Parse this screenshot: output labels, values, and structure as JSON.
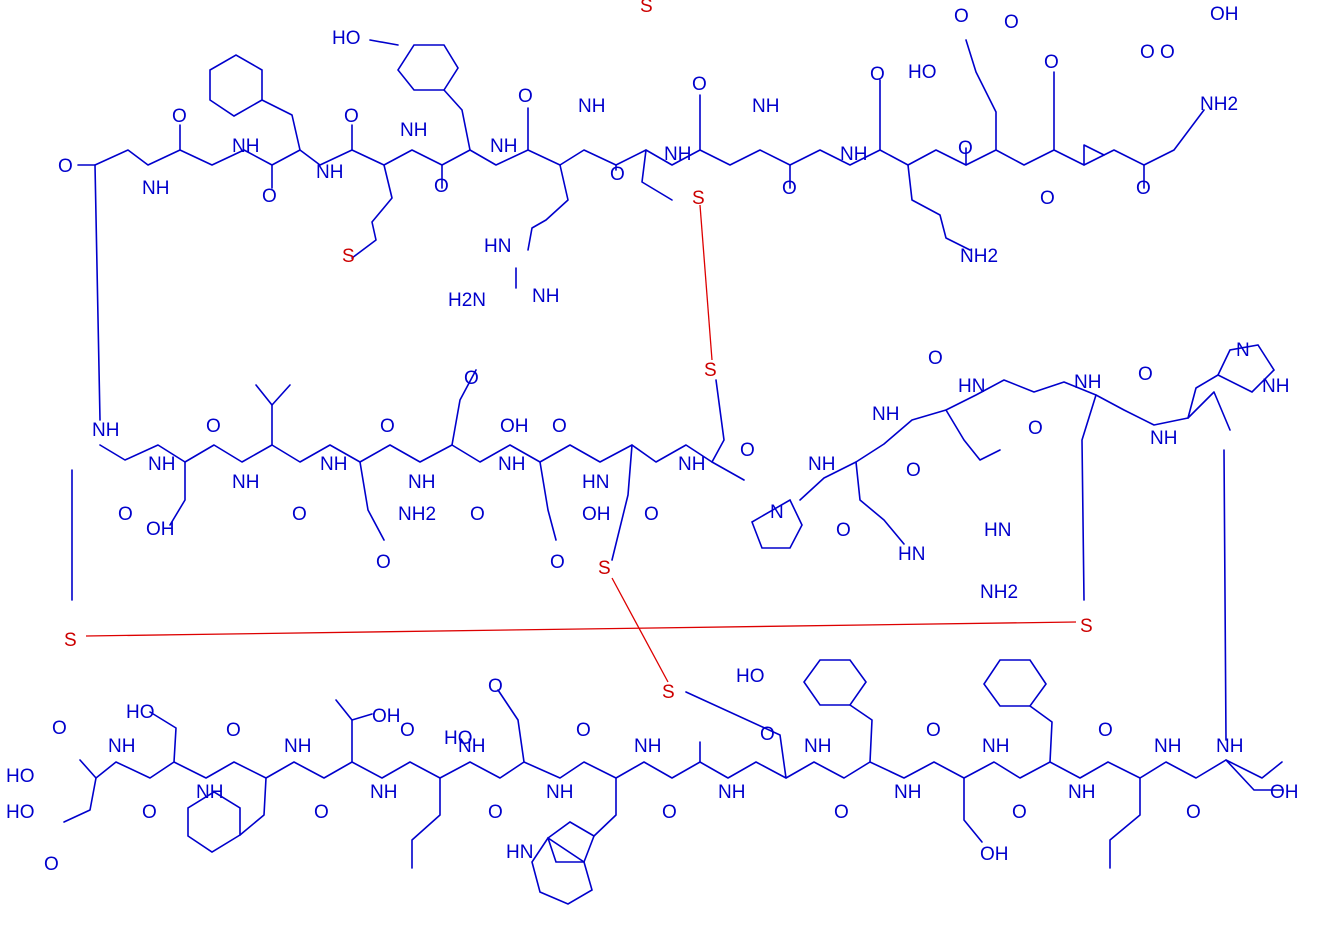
{
  "colors": {
    "molecule": "#0000cc",
    "disulfide": "#dd0000",
    "background": "#ffffff"
  },
  "labels": [
    "HO",
    "O",
    "O",
    "O",
    "O",
    "O",
    "O",
    "O",
    "O",
    "NH2",
    "HO",
    "O",
    "O",
    "O",
    "NH",
    "NH",
    "NH",
    "NH",
    "NH",
    "NH",
    "NH",
    "NH",
    "NH",
    "O",
    "O",
    "O",
    "O",
    "O",
    "O",
    "S",
    "H2N",
    "NH",
    "HN",
    "NH2",
    "S",
    "O",
    "O",
    "NH",
    "HN",
    "OH",
    "O",
    "N",
    "NH",
    "NH",
    "NH",
    "NH",
    "NH",
    "NH",
    "NH",
    "NH",
    "O",
    "O",
    "O",
    "O",
    "O",
    "O",
    "O",
    "OH",
    "OH",
    "NH2",
    "O",
    "O",
    "HN",
    "NH",
    "HN",
    "O",
    "O",
    "O",
    "O",
    "N",
    "NH",
    "NH",
    "HN",
    "NH2",
    "S",
    "S",
    "S",
    "S",
    "S",
    "S",
    "HO",
    "HO",
    "OH",
    "HO",
    "O",
    "HO",
    "HO",
    "O",
    "O",
    "NH",
    "NH",
    "NH",
    "NH",
    "NH",
    "NH",
    "NH",
    "NH",
    "NH",
    "NH",
    "NH",
    "NH",
    "NH",
    "NH",
    "O",
    "O",
    "O",
    "O",
    "O",
    "O",
    "O",
    "O",
    "O",
    "O",
    "O",
    "O",
    "O",
    "O",
    "HN",
    "OH",
    "OH",
    "OH"
  ]
}
